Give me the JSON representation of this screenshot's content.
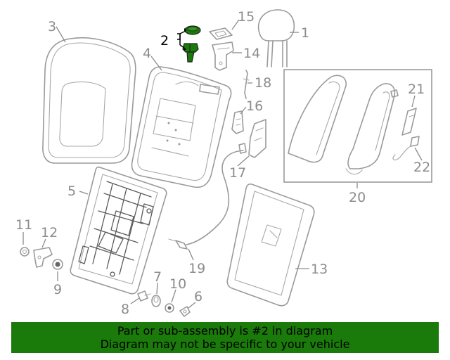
{
  "callouts": {
    "c1": "1",
    "c2": "2",
    "c3": "3",
    "c4": "4",
    "c5": "5",
    "c6": "6",
    "c7": "7",
    "c8": "8",
    "c9": "9",
    "c10": "10",
    "c11": "11",
    "c12": "12",
    "c13": "13",
    "c14": "14",
    "c15": "15",
    "c16": "16",
    "c17": "17",
    "c18": "18",
    "c19": "19",
    "c20": "20",
    "c21": "21",
    "c22": "22"
  },
  "highlight_color": "#1a7a0a",
  "banner": {
    "line1": "Part or sub-assembly is #2 in diagram",
    "line2": "Diagram may not be specific to your vehicle"
  }
}
